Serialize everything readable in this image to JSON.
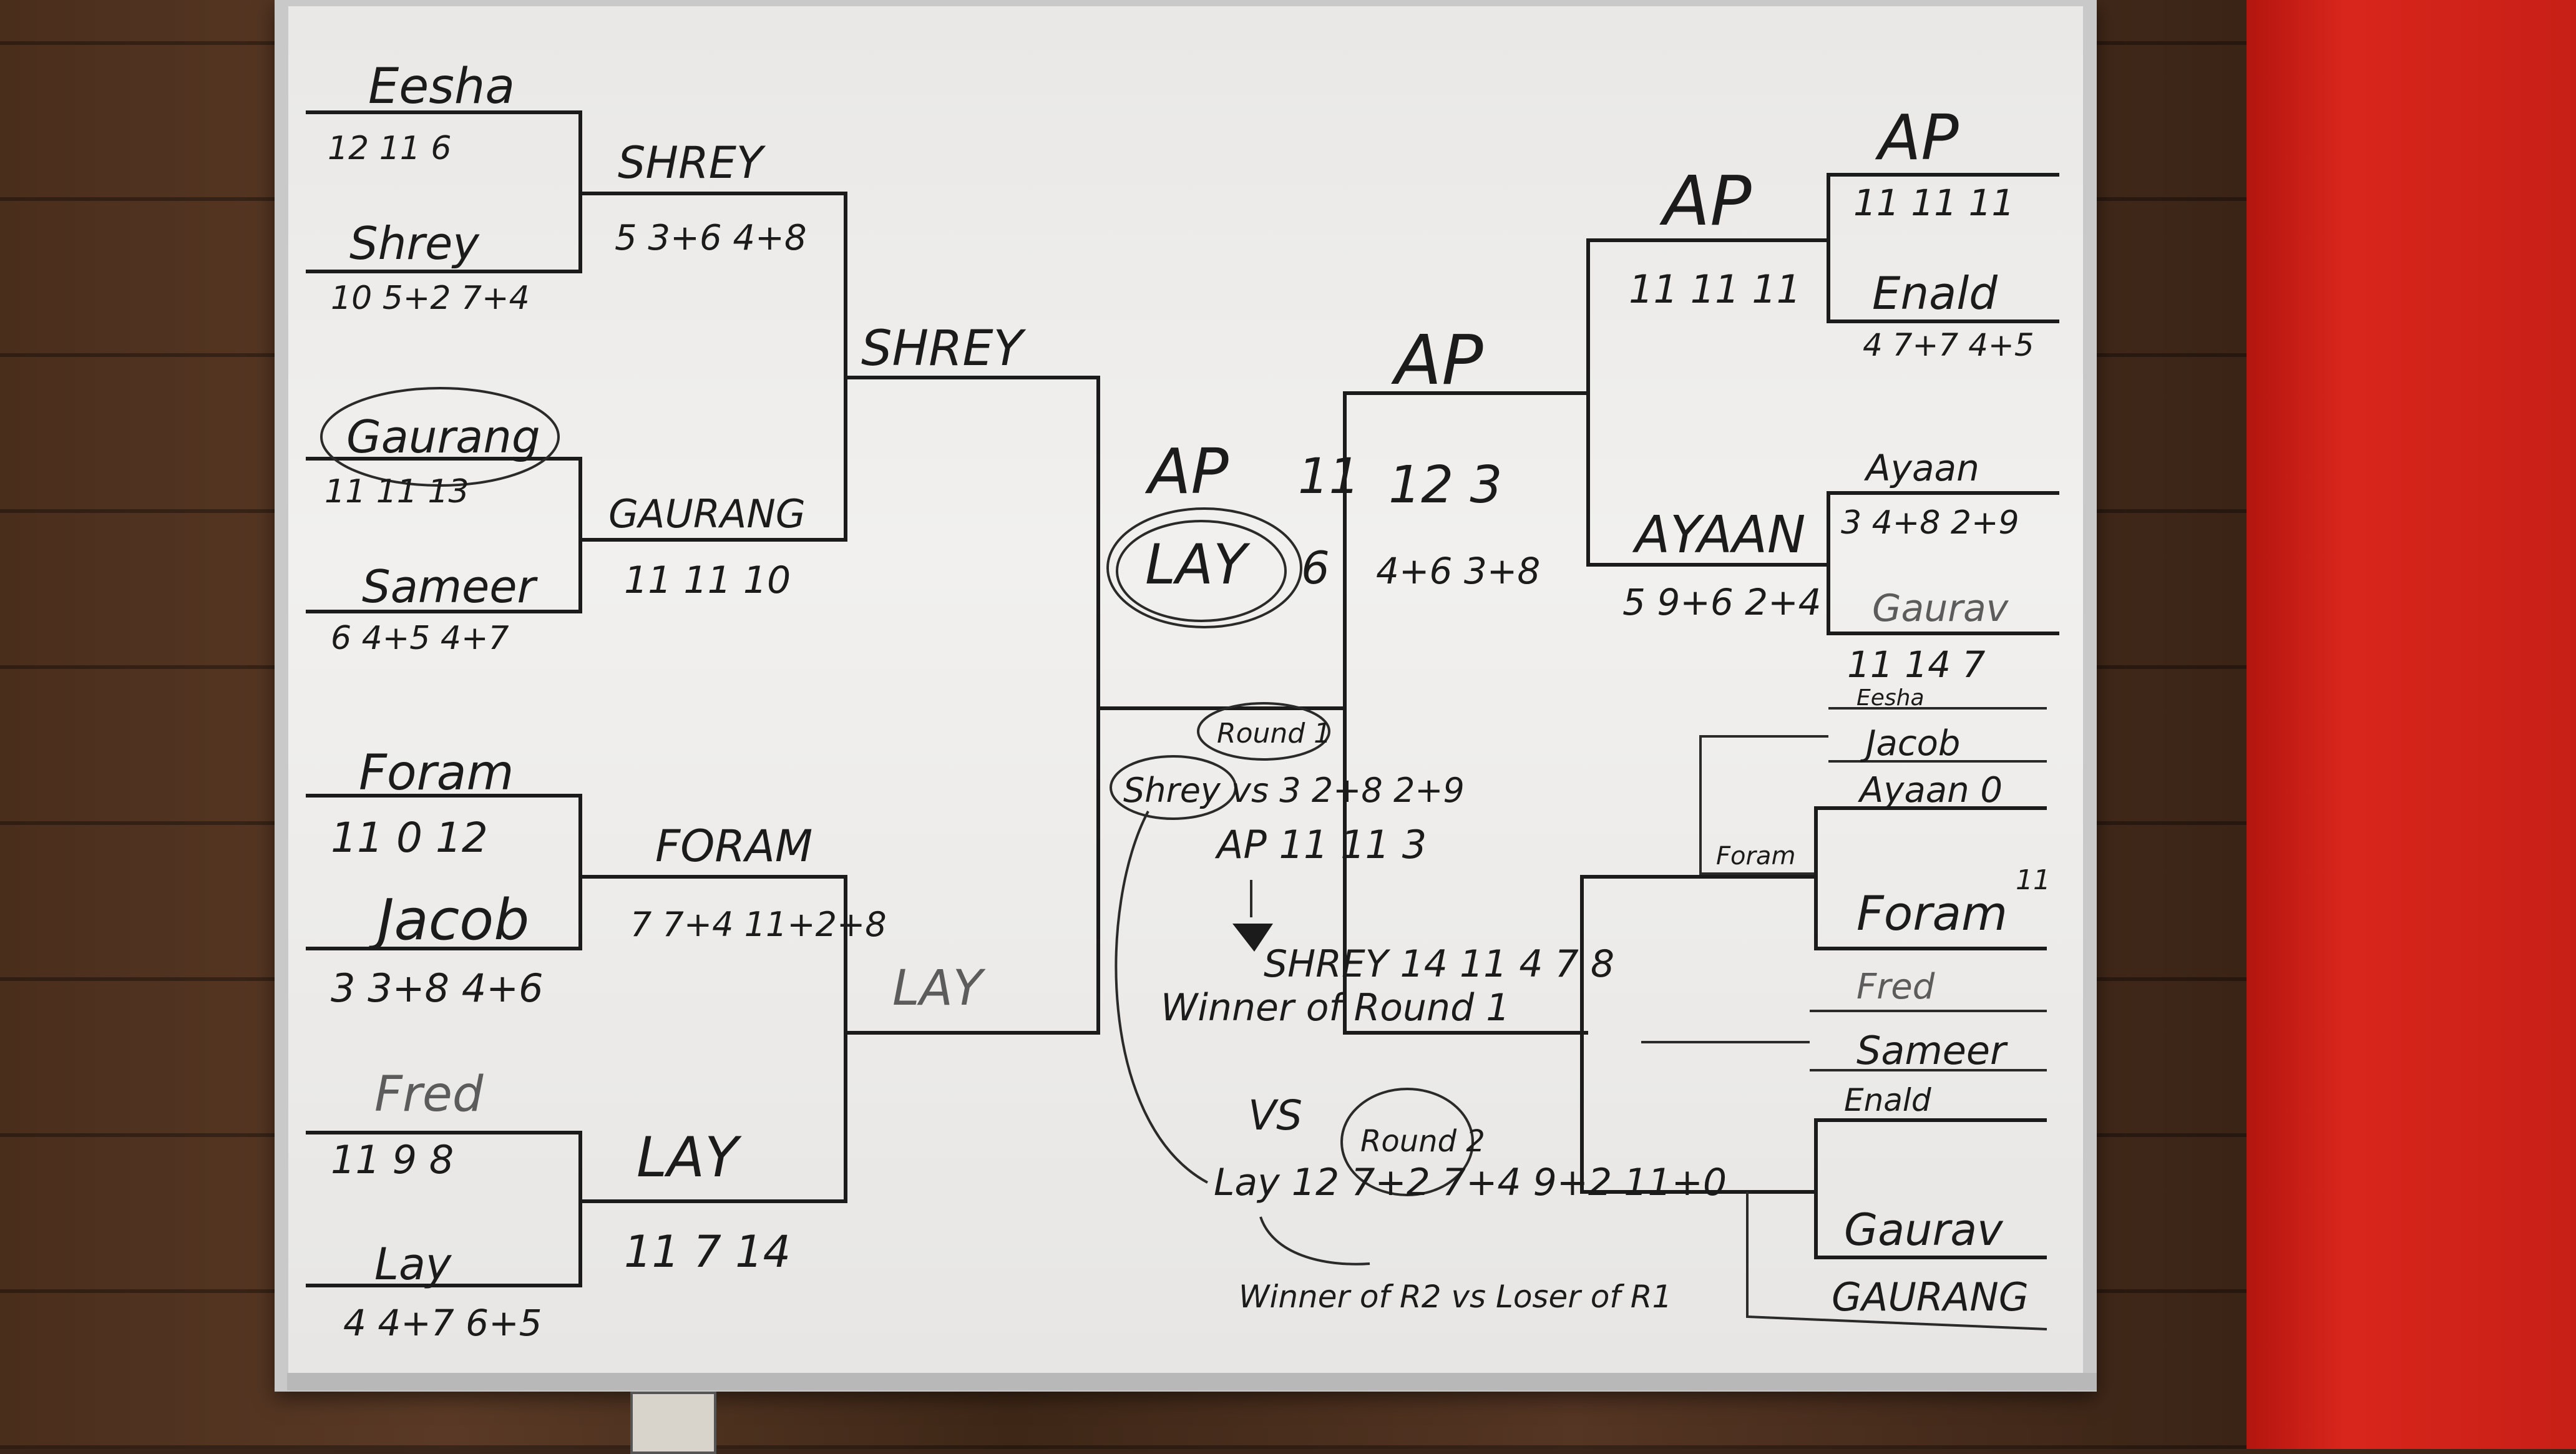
{
  "bracket": {
    "left": {
      "r1": [
        {
          "top": "Eesha",
          "top_scores": "12  11  6",
          "bottom": "Shrey",
          "bottom_scores": "10  5+2  7+4"
        },
        {
          "top": "Gaurang",
          "top_scores": "11  11  13",
          "bottom": "Sameer",
          "bottom_scores": "6  4+5  4+7"
        },
        {
          "top": "Foram",
          "top_scores": "11  0  12",
          "bottom": "Jacob",
          "bottom_scores": "3  3+8  4+6"
        },
        {
          "top": "Fred",
          "top_scores": "11  9  8",
          "bottom": "Lay",
          "bottom_scores": "4  4+7  6+5"
        }
      ],
      "r2": [
        {
          "name": "SHREY",
          "scores": "5  3+6  4+8"
        },
        {
          "name": "GAURANG",
          "scores": "11  11  10"
        },
        {
          "name": "FORAM",
          "scores": "7  7+4  11+2+8"
        },
        {
          "name": "LAY",
          "scores": "11  7  14"
        }
      ],
      "r3": [
        {
          "name": "SHREY"
        },
        {
          "name": "LAY"
        }
      ]
    },
    "center": {
      "final_top": "AP",
      "final_top_scores": "11",
      "final_bottom": "LAY",
      "final_bottom_score": "6",
      "round1_label": "Round 1",
      "round1_line1": "Shrey vs 3  2+8  2+9",
      "round1_line2": "AP  11  11  3",
      "winner_line": "SHREY  14  11  4  7  8",
      "winner_of": "Winner of Round 1",
      "vs": "VS",
      "round2_label": "Round 2",
      "lay_line": "Lay  12  7+2  7+4  9+2  11+0",
      "winner_r2": "Winner of R2 vs Loser of R1"
    },
    "right": {
      "r3": [
        {
          "name": "AP",
          "scores": "12  3",
          "scores2": "4+6  3+8"
        }
      ],
      "r2": [
        {
          "name": "AP",
          "scores": "11  11  11"
        },
        {
          "name": "AYAAN",
          "scores": "5  9+6  2+4"
        }
      ],
      "r1": [
        {
          "top": "AP",
          "top_scores": "11  11  11",
          "bottom": "Enald",
          "bottom_scores": "4  7+7  4+5"
        },
        {
          "top": "Ayaan",
          "top_scores": "3  4+8  2+9",
          "bottom": "Gaurav",
          "bottom_scores": "11  14  7"
        }
      ],
      "losers": {
        "eesha": "Eesha",
        "jacob": "Jacob",
        "ayaan0": "Ayaan 0",
        "foram_small": "Foram",
        "foram": "Foram",
        "foram_score": "11",
        "fred": "Fred",
        "sameer": "Sameer",
        "enald": "Enald",
        "gaurav": "Gaurav",
        "gaurang": "GAURANG"
      }
    }
  }
}
